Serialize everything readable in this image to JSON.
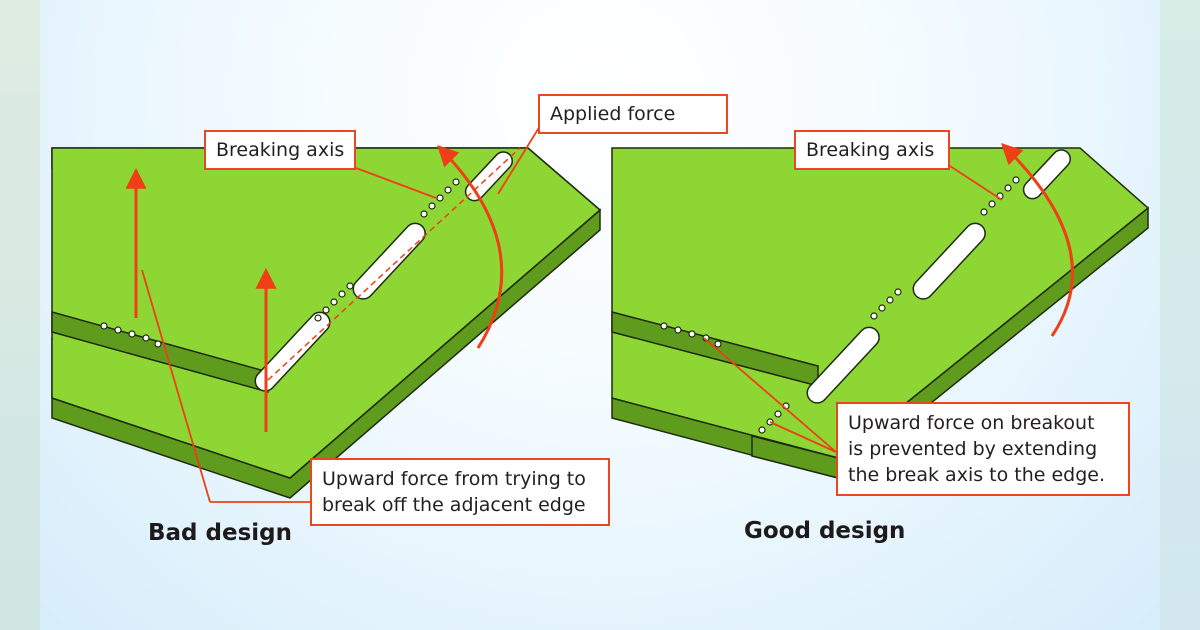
{
  "colors": {
    "board_top": "#8ed634",
    "board_side": "#5f9c1e",
    "outline": "#1e2a10",
    "slot_fill": "#ffffff",
    "annotation": "#ee3f16",
    "box_border": "#e8471f"
  },
  "left": {
    "breaking_axis": "Breaking axis",
    "applied_force": "Applied force",
    "upward_force": "Upward force from trying to\nbreak off the adjacent edge",
    "caption": "Bad design"
  },
  "right": {
    "breaking_axis": "Breaking axis",
    "upward_force": "Upward force on breakout\nis prevented by extending\nthe break axis to the edge.",
    "caption": "Good design"
  }
}
